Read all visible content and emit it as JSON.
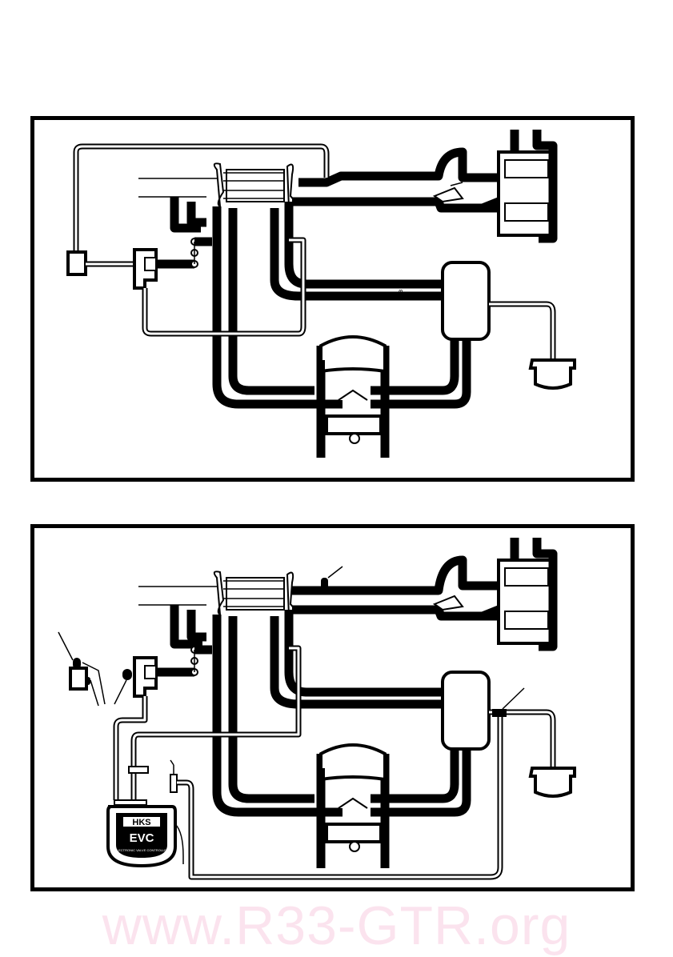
{
  "diagrams": [
    {
      "id": "stock",
      "components": [
        "turbocharger",
        "intercooler",
        "throttle-body",
        "air-filter",
        "wastegate-actuator",
        "solenoid-valve",
        "bov",
        "engine-cylinder"
      ]
    },
    {
      "id": "evc-installed",
      "components": [
        "turbocharger",
        "intercooler",
        "throttle-body",
        "air-filter",
        "wastegate-actuator",
        "pressure-sensor",
        "evc-controller",
        "t-joint",
        "restrictor"
      ]
    }
  ],
  "evc_unit": {
    "brand": "HKS",
    "model": "EVC",
    "caption": "ELECTRONIC VALVE CONTROLLER"
  },
  "watermark": "www.R33-GTR.org",
  "colors": {
    "line": "#000000",
    "background": "#ffffff",
    "watermark": "#fbe3ee"
  }
}
